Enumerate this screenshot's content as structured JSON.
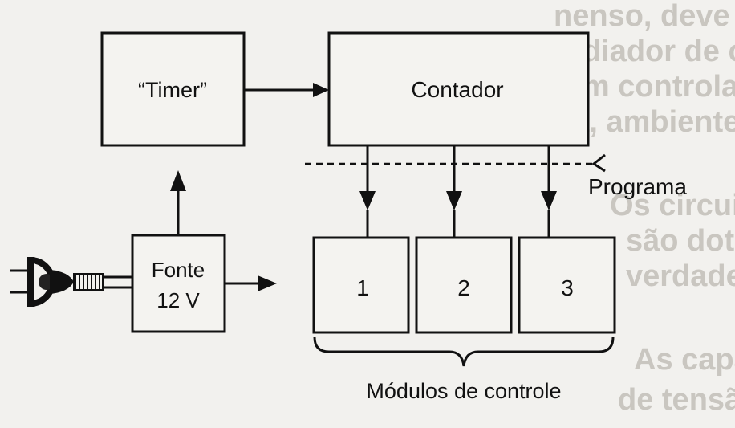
{
  "blocks": {
    "timer": "“Timer”",
    "counter": "Contador",
    "power_line1": "Fonte",
    "power_line2": "12 V",
    "module1": "1",
    "module2": "2",
    "module3": "3"
  },
  "labels": {
    "program": "Programa",
    "modules_group": "Módulos de controle"
  },
  "background_text": [
    "nenso, deve ser dotado de um pequeno",
    "radiador de calor, principalmente se fo-",
    "rem controladas cargas de potência eleva-",
    "da, ambiente em qualquer momento.",
    "Os circuitos dos módulos também",
    "são dotados de componentes, de",
    "verdadeira proteção de segurança.",
    "As capacitâncias eletrolíticas, onde",
    "de tensão e potência, observadas, devem"
  ]
}
